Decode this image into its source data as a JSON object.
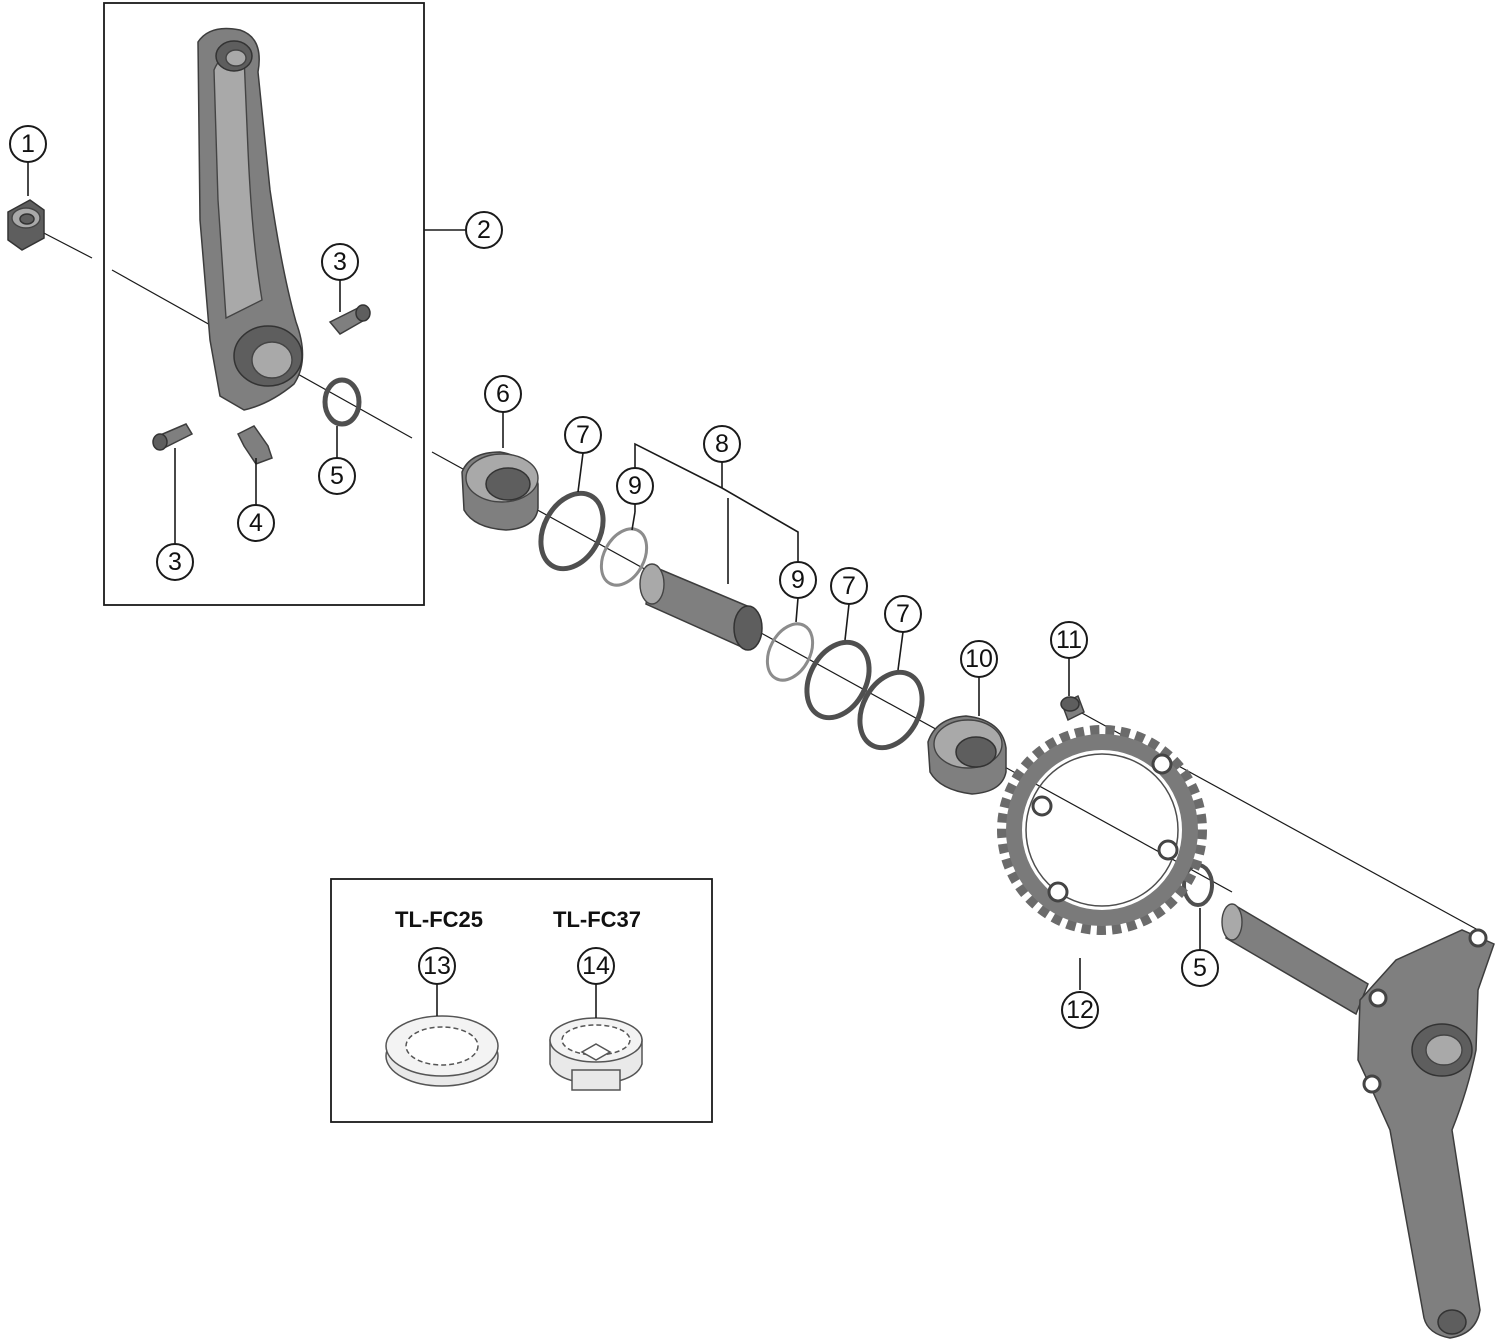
{
  "callouts": {
    "c1": "1",
    "c2": "2",
    "c3a": "3",
    "c3b": "3",
    "c4": "4",
    "c5a": "5",
    "c5b": "5",
    "c6": "6",
    "c7a": "7",
    "c7b": "7",
    "c7c": "7",
    "c8": "8",
    "c9a": "9",
    "c9b": "9",
    "c10": "10",
    "c11": "11",
    "c12": "12",
    "c13": "13",
    "c14": "14"
  },
  "tools": {
    "tool_a_label": "TL-FC25",
    "tool_b_label": "TL-FC37"
  },
  "colors": {
    "part_gray": "#7f7f7f",
    "line": "#1a1a1a",
    "background": "#ffffff"
  },
  "icons": {
    "left_crank_arm": "crank-arm-icon",
    "right_crank_arm": "crank-arm-spindle-icon",
    "chainring": "chainring-icon",
    "bearing_cup": "bearing-cup-icon",
    "tool_fc25": "lockring-tool-icon",
    "tool_fc37": "bottom-bracket-tool-icon"
  }
}
